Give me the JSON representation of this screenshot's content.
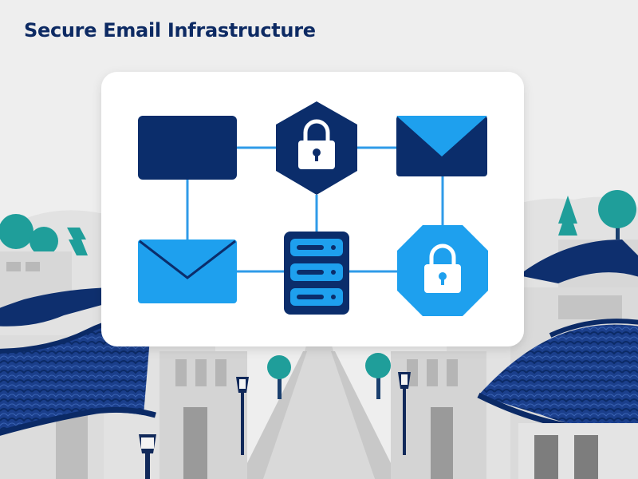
{
  "title": "Secure Email Infrastructure",
  "colors": {
    "navy": "#0b2d6b",
    "sky": "#1ea0ee",
    "connector": "#2f9be8",
    "teal": "#1f9e9a",
    "roof": "#1b3f8c",
    "background": "#ececec",
    "panel": "#ffffff"
  },
  "diagram": {
    "nodes": [
      {
        "id": "server-block",
        "icon": "dark-block-icon"
      },
      {
        "id": "lock-hexagon",
        "icon": "padlock-closed-icon"
      },
      {
        "id": "envelope-dark",
        "icon": "envelope-icon"
      },
      {
        "id": "envelope-light",
        "icon": "envelope-icon"
      },
      {
        "id": "server-stack",
        "icon": "server-rack-icon"
      },
      {
        "id": "lock-octagon",
        "icon": "padlock-closed-icon"
      }
    ],
    "edges": [
      [
        "server-block",
        "lock-hexagon"
      ],
      [
        "lock-hexagon",
        "envelope-dark"
      ],
      [
        "server-block",
        "envelope-light"
      ],
      [
        "lock-hexagon",
        "server-stack"
      ],
      [
        "envelope-dark",
        "lock-octagon"
      ],
      [
        "envelope-light",
        "server-stack"
      ],
      [
        "server-stack",
        "lock-octagon"
      ]
    ]
  }
}
